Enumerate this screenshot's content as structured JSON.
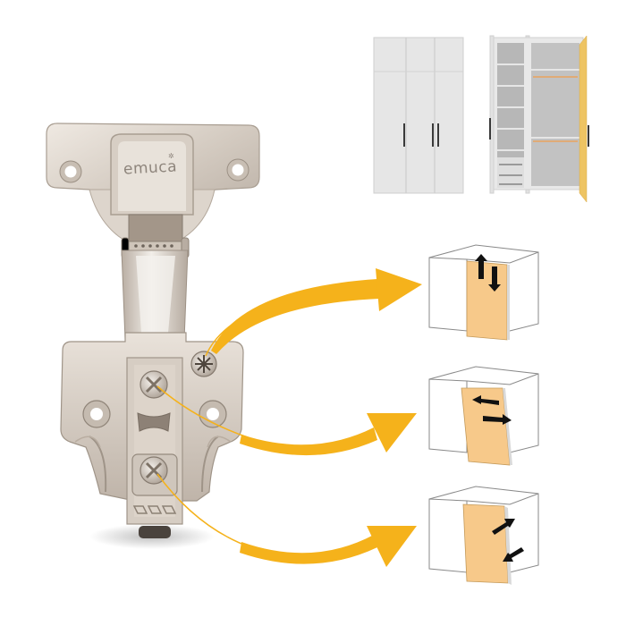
{
  "product": {
    "name": "Concealed cabinet hinge with mounting plate",
    "brand": "emuca",
    "brand_mark": "✲"
  },
  "colors": {
    "background": "#ffffff",
    "arrow": "#f5b21b",
    "metal_light": "#e4ddd5",
    "metal_mid": "#cfc6bc",
    "metal_dark": "#a89d91",
    "door_panel": "#f7c98a",
    "cabinet_outline": "#8a8a8a",
    "wardrobe_body": "#e8e8e8",
    "wardrobe_interior": "#bdbdbd",
    "wardrobe_door_open": "#eec463",
    "adjust_arrow": "#111111"
  },
  "wardrobes": [
    {
      "id": "closed",
      "state": "closed",
      "doors": 3
    },
    {
      "id": "open",
      "state": "open",
      "doors": 3
    }
  ],
  "adjustments": [
    {
      "id": "depth",
      "screw": "top-right cam screw",
      "direction": "vertical up/down",
      "arrows": [
        "up",
        "down"
      ]
    },
    {
      "id": "lateral",
      "screw": "center screw",
      "direction": "side to side",
      "arrows": [
        "left",
        "right"
      ]
    },
    {
      "id": "height",
      "screw": "bottom screw",
      "direction": "in/out (depth)",
      "arrows": [
        "up-right",
        "down-left"
      ]
    }
  ]
}
